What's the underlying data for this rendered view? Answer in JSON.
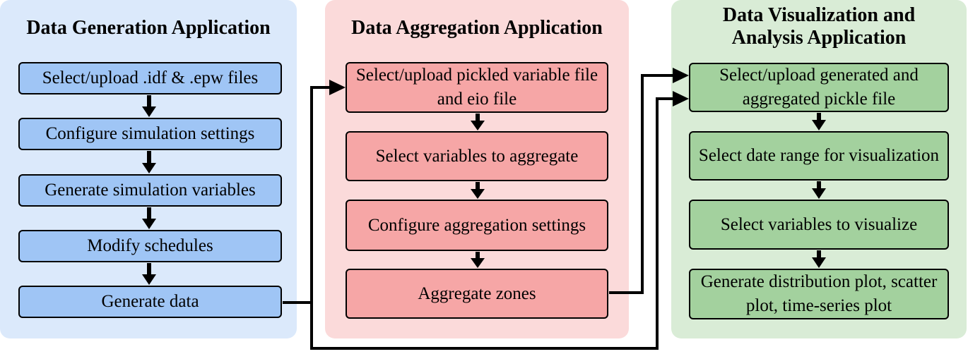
{
  "panels": {
    "generation": {
      "title": "Data Generation Application",
      "bg": "#dbe9fb",
      "steps": [
        "Select/upload .idf & .epw files",
        "Configure simulation settings",
        "Generate simulation variables",
        "Modify schedules",
        "Generate data"
      ],
      "step_color": "#9fc5f5"
    },
    "aggregation": {
      "title": "Data Aggregation Application",
      "bg": "#fbdada",
      "steps": [
        "Select/upload pickled variable file and eio file",
        "Select variables to aggregate",
        "Configure aggregation settings",
        "Aggregate zones"
      ],
      "step_color": "#f6a6a6"
    },
    "visualization": {
      "title": "Data Visualization and Analysis Application",
      "bg": "#d9ecd6",
      "steps": [
        "Select/upload generated and aggregated pickle file",
        "Select date range for visualization",
        "Select variables to visualize",
        "Generate distribution plot, scatter plot, time-series plot"
      ],
      "step_color": "#a3d19e"
    }
  }
}
